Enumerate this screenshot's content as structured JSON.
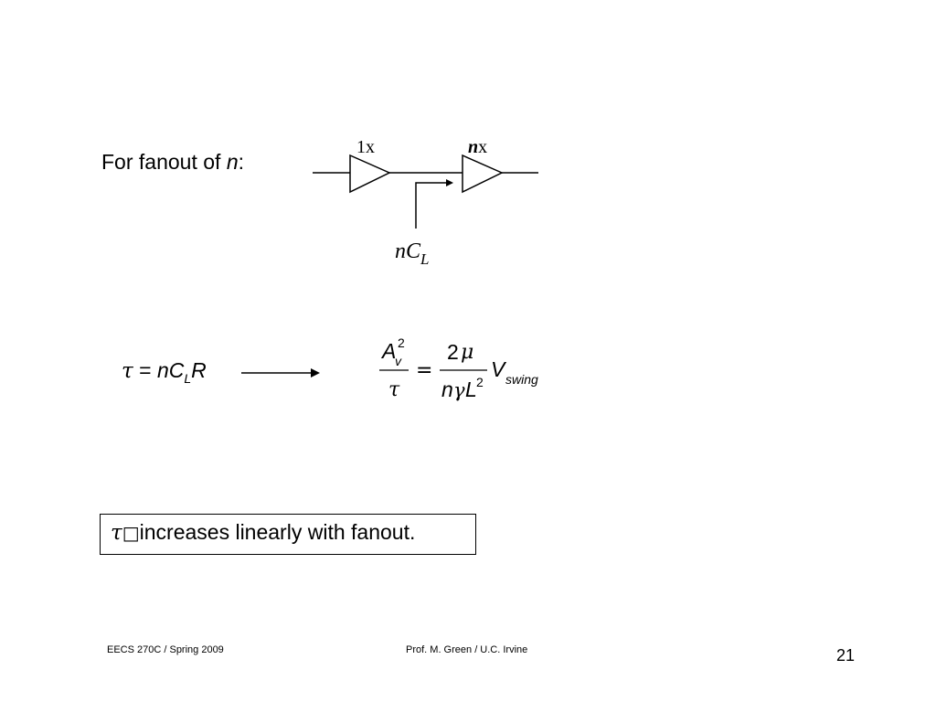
{
  "fanout": {
    "prefix": "For fanout of ",
    "var": "n",
    "suffix": ":"
  },
  "circuit": {
    "buffer1_label": "1x",
    "buffer2_label_var": "n",
    "buffer2_label_rest": "x",
    "cap_n": "n",
    "cap_c": "C",
    "cap_sub": "L"
  },
  "equation_left": {
    "tau": "τ",
    "equals": " = ",
    "n": "n",
    "C": "C",
    "sub_L": "L",
    "R": "R"
  },
  "equation_right": {
    "A": "A",
    "sub_v": "v",
    "sup_2": "2",
    "tau": "τ",
    "equals": "=",
    "num_2": "2",
    "mu": "μ",
    "n": "n",
    "gamma": "γ",
    "L": "L",
    "L_sup": "2",
    "V": "V",
    "V_sub": "swing"
  },
  "conclusion": {
    "tau": "τ",
    "glyph": "□",
    "text": "increases linearly with fanout."
  },
  "footer": {
    "course": "EECS 270C / Spring 2009",
    "author": "Prof. M. Green / U.C. Irvine",
    "page": "21"
  }
}
